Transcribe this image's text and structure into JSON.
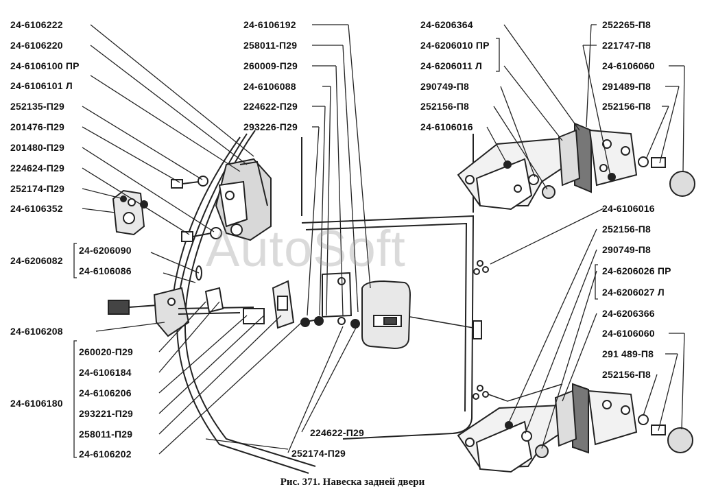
{
  "watermark": "AutoSoft",
  "caption": "Рис. 371. Навеска задней двери",
  "labels": {
    "l01": "24-6106222",
    "l02": "24-6106220",
    "l03": "24-6106100 ПР",
    "l04": "24-6106101 Л",
    "l05": "252135-П29",
    "l06": "201476-П29",
    "l07": "201480-П29",
    "l08": "224624-П29",
    "l09": "252174-П29",
    "l10": "24-6106352",
    "l11": "24-6206090",
    "l12": "24-6206082",
    "l13": "24-6106086",
    "l14": "24-6106208",
    "l15": "260020-П29",
    "l16": "24-6106184",
    "l17": "24-6106206",
    "l18": "24-6106180",
    "l19": "293221-П29",
    "l20": "258011-П29",
    "l21": "24-6106202",
    "m01": "24-6106192",
    "m02": "258011-П29",
    "m03": "260009-П29",
    "m04": "24-6106088",
    "m05": "224622-П29",
    "m06": "293226-П29",
    "m07": "224622-П29",
    "m08": "252174-П29",
    "r01": "24-6206364",
    "r02": "24-6206010 ПР",
    "r03": "24-6206011 Л",
    "r04": "290749-П8",
    "r05": "252156-П8",
    "r06": "24-6106016",
    "r07": "252265-П8",
    "r08": "221747-П8",
    "r09": "24-6106060",
    "r10": "291489-П8",
    "r11": "252156-П8",
    "r12": "24-6106016",
    "r13": "252156-П8",
    "r14": "290749-П8",
    "r15": "24-6206026 ПР",
    "r16": "24-6206027 Л",
    "r17": "24-6206366",
    "r18": "24-6106060",
    "r19": "291 489-П8",
    "r20": "252156-П8"
  }
}
